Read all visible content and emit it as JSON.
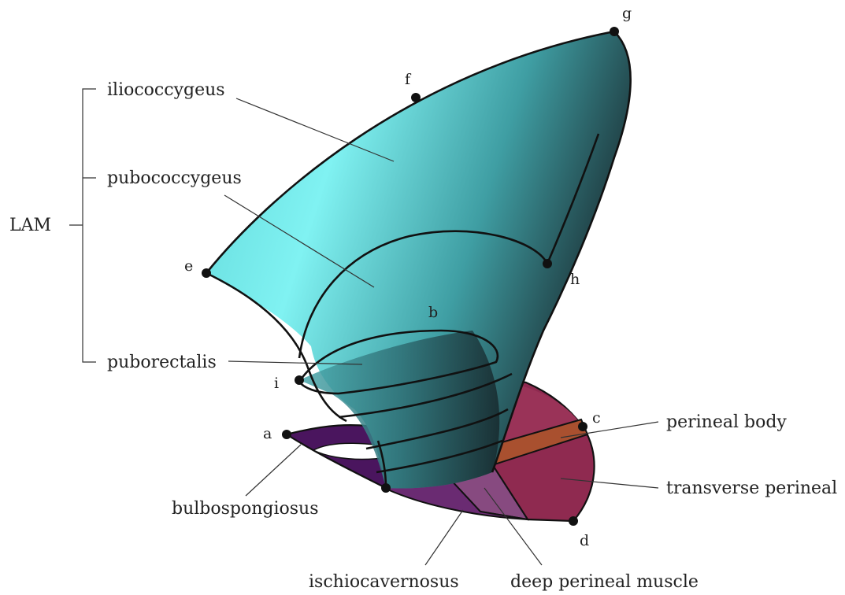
{
  "labels": {
    "lam": "LAM",
    "iliococcygeus": "iliococcygeus",
    "pubococcygeus": "pubococcygeus",
    "puborectalis": "puborectalis",
    "perineal_body": "perineal body",
    "transverse_perineal": "transverse perineal",
    "bulbospongiosus": "bulbospongiosus",
    "ischiocavernosus": "ischiocavernosus",
    "deep_perineal_muscle": "deep perineal muscle"
  },
  "points": {
    "a": "a",
    "b": "b",
    "c": "c",
    "d": "d",
    "e": "e",
    "f": "f",
    "g": "g",
    "h": "h",
    "i": "i"
  },
  "colors": {
    "levator_light": "#7ff3f3",
    "levator_mid": "#4fbcbf",
    "levator_dark": "#1f3f45",
    "perineal_membrane": "#8a2a55",
    "perineal_body": "#a6502e",
    "bulbospongiosus": "#5a1a6a",
    "ischiocavernosus": "#6a2a70",
    "deep_perineal": "#8a4a7e"
  }
}
